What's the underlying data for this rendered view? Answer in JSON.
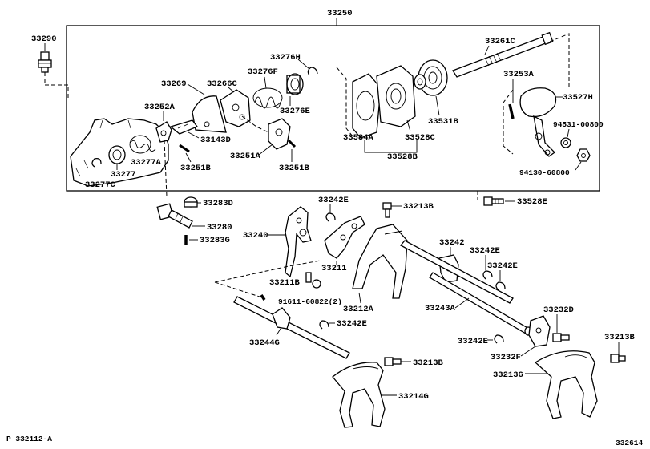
{
  "diagram": {
    "assembly_label": "33250",
    "footer_left": "P  332112-A",
    "footer_right": "332614",
    "labels": {
      "p33290": "33290",
      "p33261C": "33261C",
      "p33276H": "33276H",
      "p33269": "33269",
      "p33266C": "33266C",
      "p33276F": "33276F",
      "p33253A": "33253A",
      "p33527H": "33527H",
      "p33252A": "33252A",
      "p33276E": "33276E",
      "p33531B": "33531B",
      "p94531": "94531-00800",
      "p33143D": "33143D",
      "p33584A": "33584A",
      "p33528C": "33528C",
      "p33251A": "33251A",
      "p33528B": "33528B",
      "p33277A": "33277A",
      "p33251B_1": "33251B",
      "p33251B_2": "33251B",
      "p94130": "94130-60800",
      "p33277": "33277",
      "p33277C": "33277C",
      "p33283D": "33283D",
      "p33242E_1": "33242E",
      "p33213B_1": "33213B",
      "p33528E": "33528E",
      "p33280": "33280",
      "p33240": "33240",
      "p33283G": "33283G",
      "p33242": "33242",
      "p33242E_2": "33242E",
      "p33211": "33211",
      "p33242E_3": "33242E",
      "p33211B": "33211B",
      "p91611": "91611-60822(2)",
      "p33212A": "33212A",
      "p33243A": "33243A",
      "p33232D": "33232D",
      "p33242E_4": "33242E",
      "p33244G": "33244G",
      "p33242E_5": "33242E",
      "p33213B_2": "33213B",
      "p33232F": "33232F",
      "p33213B_3": "33213B",
      "p33213G": "33213G",
      "p33214G": "33214G"
    }
  }
}
